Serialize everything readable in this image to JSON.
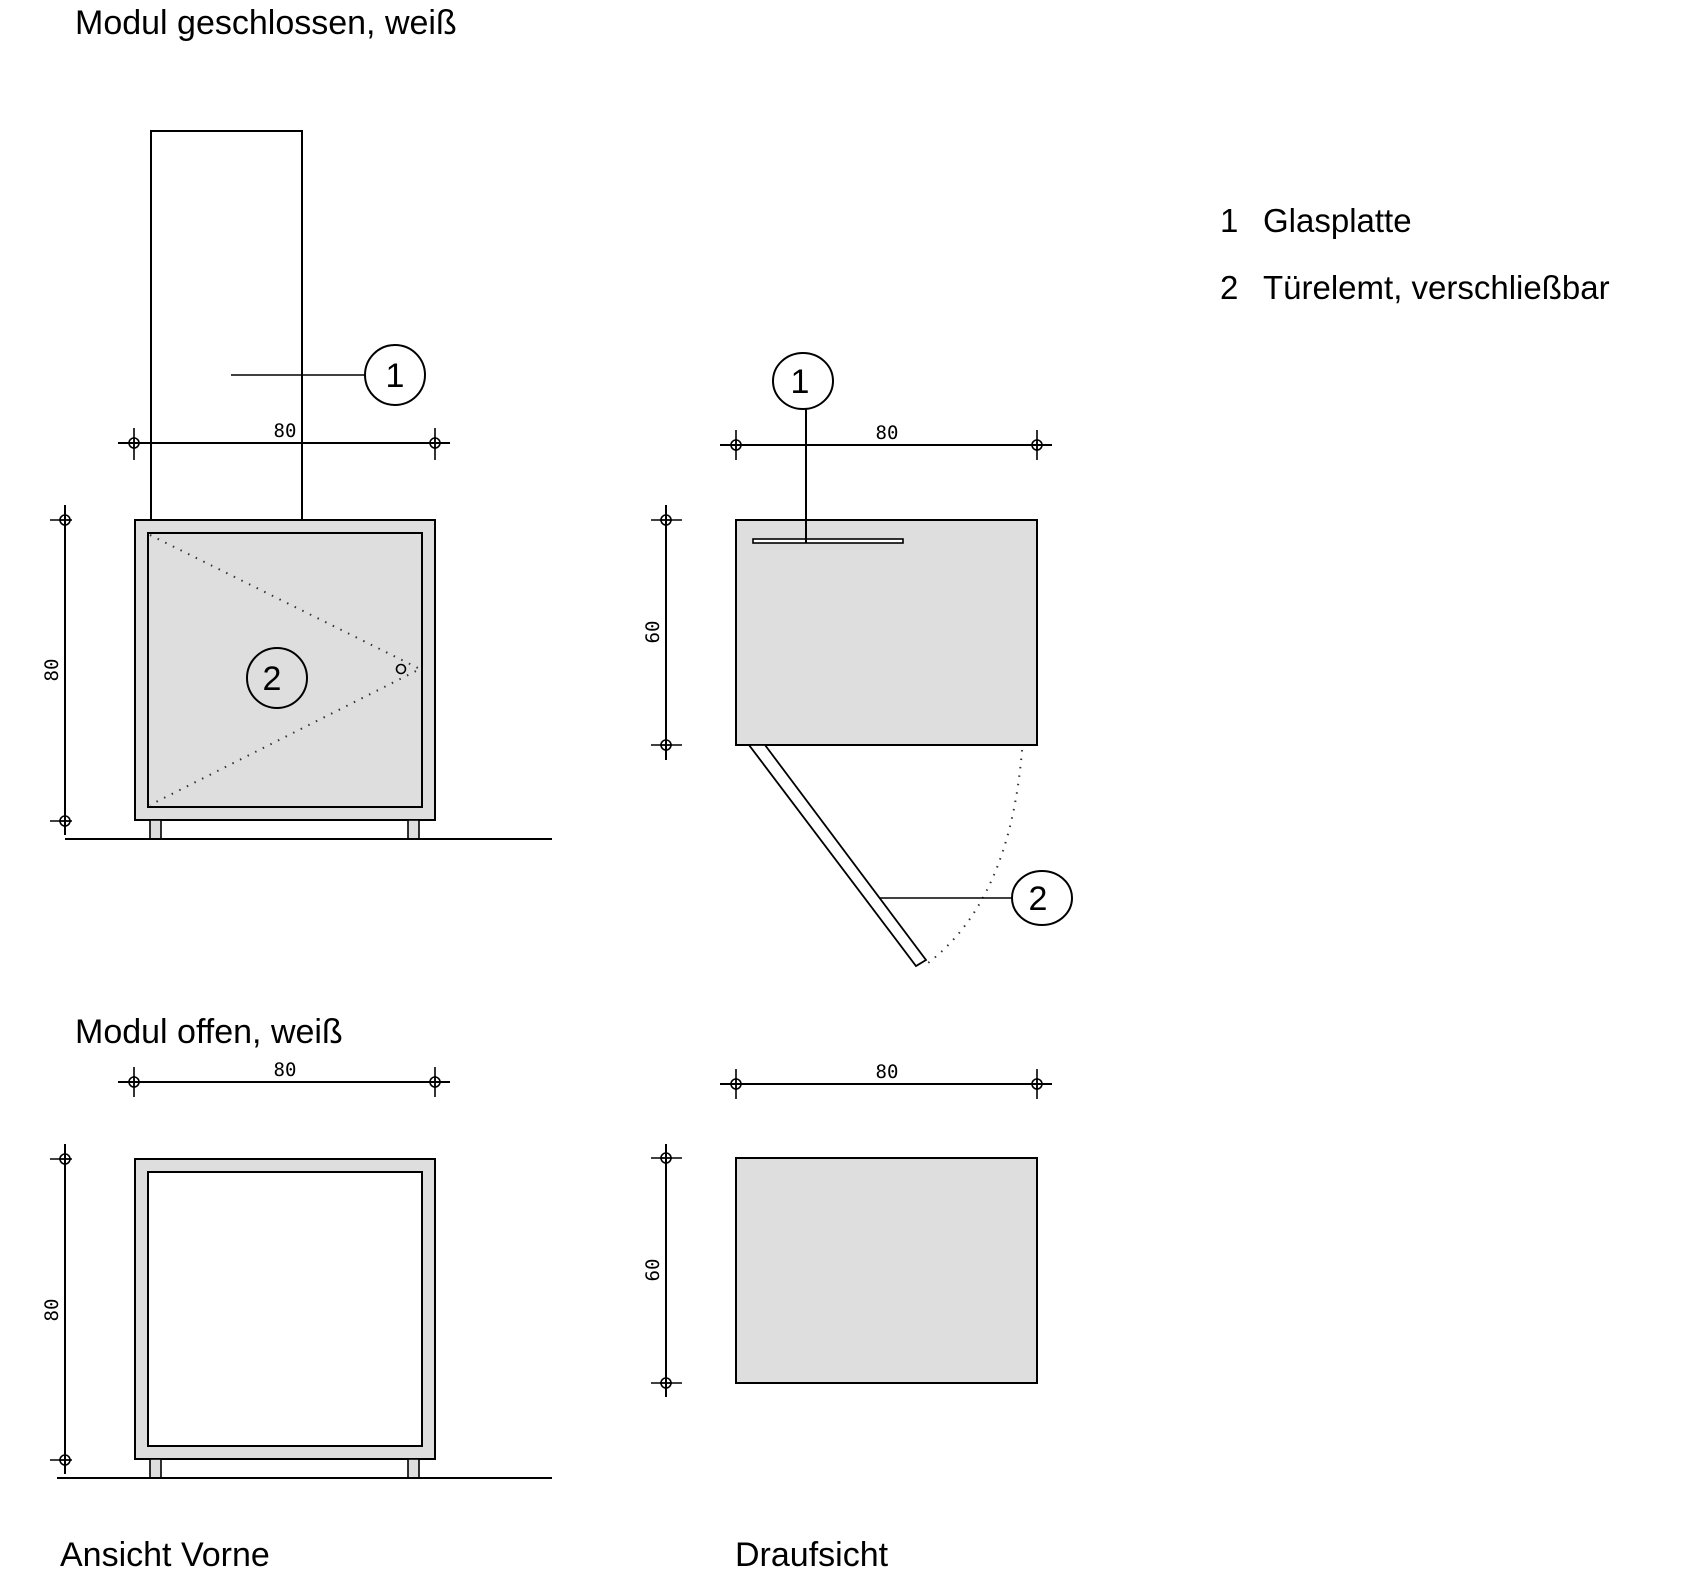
{
  "sections": {
    "closed_title": "Modul geschlossen, weiß",
    "open_title": "Modul offen, weiß",
    "front_view_label": "Ansicht Vorne",
    "top_view_label": "Draufsicht"
  },
  "dimensions": {
    "closed_front_width": "80",
    "closed_front_height": "80",
    "closed_top_width": "80",
    "closed_top_depth": "60",
    "open_front_width": "80",
    "open_front_height": "80",
    "open_top_width": "80",
    "open_top_depth": "60"
  },
  "callouts": {
    "front_glass": "1",
    "front_door": "2",
    "top_glass": "1",
    "top_door": "2"
  },
  "legend": [
    {
      "number": "1",
      "text": "Glasplatte"
    },
    {
      "number": "2",
      "text": "Türelemt, verschließbar"
    }
  ],
  "colors": {
    "fill_gray": "#dedede",
    "line": "#000000"
  }
}
